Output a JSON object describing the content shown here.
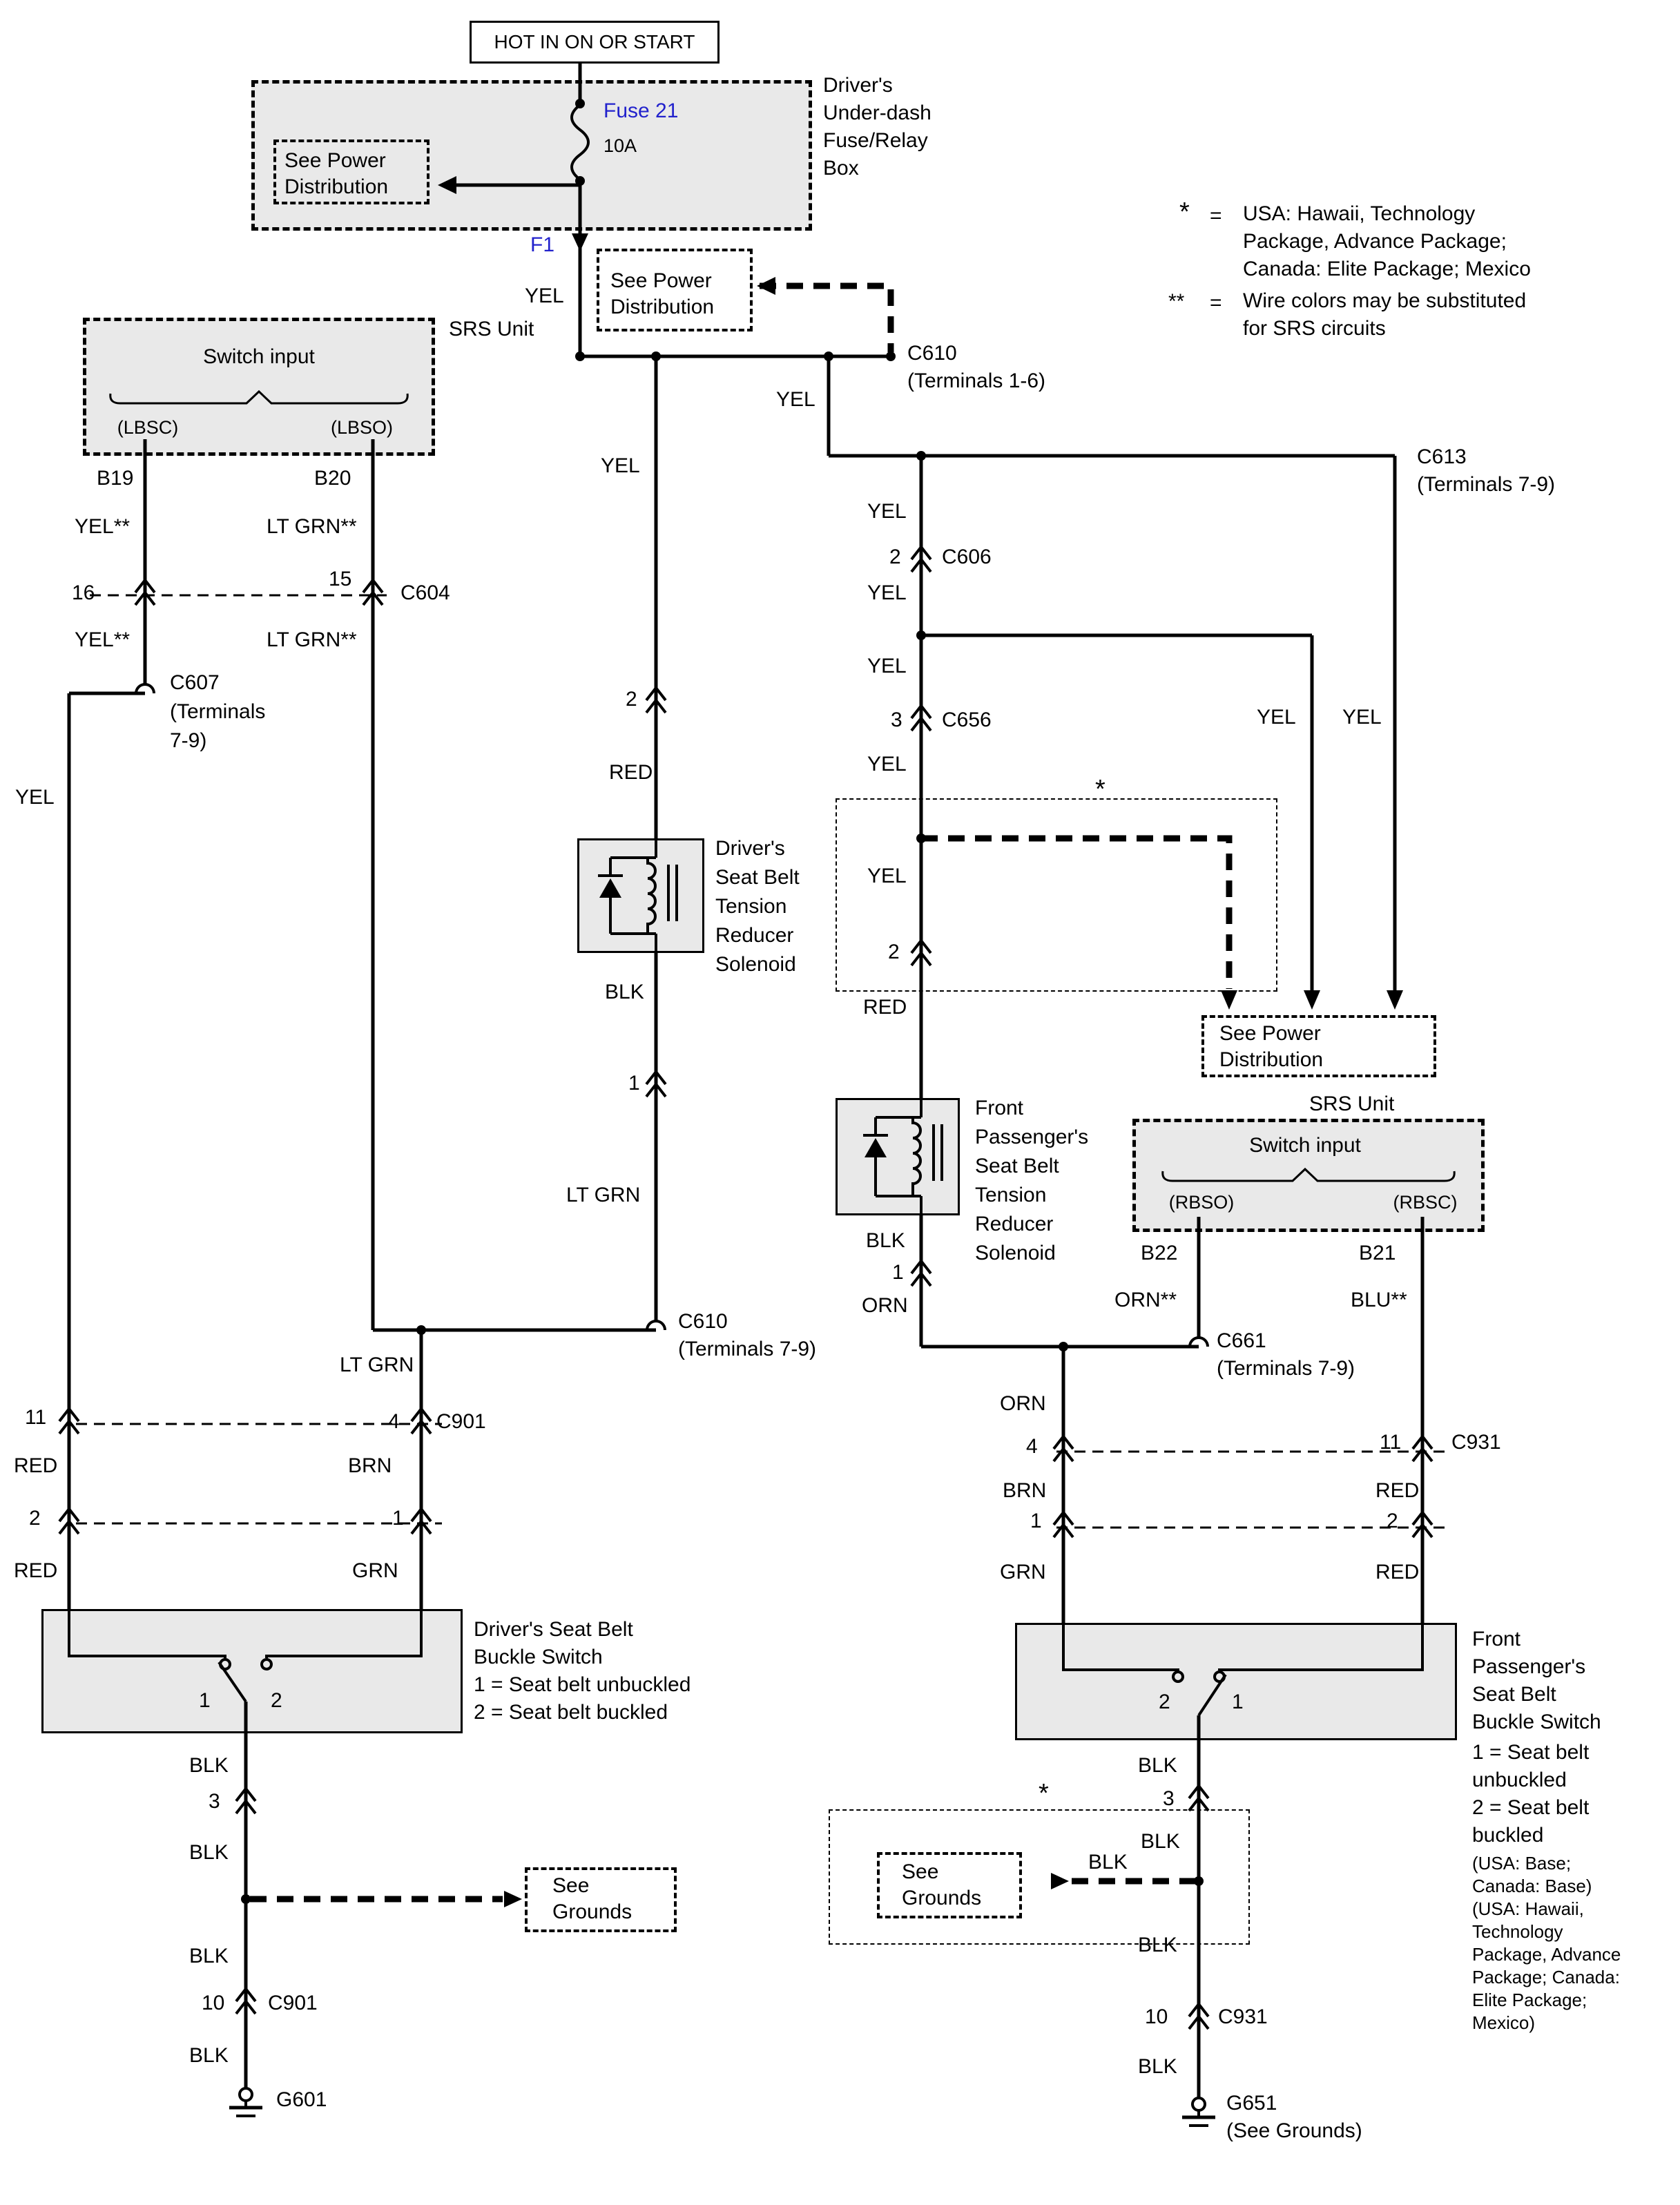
{
  "colors": {
    "accent_blue": "#2222cc",
    "box_fill": "#e9e9e9",
    "line": "#000000"
  },
  "power": {
    "hot": "HOT IN ON OR START",
    "fuse_name": "Fuse 21",
    "fuse_rating": "10A",
    "fuse_box_name": "Driver's\nUnder-dash\nFuse/Relay\nBox",
    "f1": "F1",
    "see_power_distribution": "See Power\nDistribution"
  },
  "legend": {
    "star": "*",
    "dstar": "**",
    "eq": "=",
    "star_text": "USA: Hawaii, Technology\nPackage, Advance Package;\nCanada: Elite Package; Mexico",
    "dstar_text": "Wire colors may be substituted\nfor SRS circuits"
  },
  "srs_left": {
    "unit": "SRS Unit",
    "switch_input": "Switch input",
    "lbsc": "(LBSC)",
    "lbso": "(LBSO)",
    "b19": "B19",
    "b20": "B20"
  },
  "srs_right": {
    "unit": "SRS Unit",
    "switch_input": "Switch input",
    "rbso": "(RBSO)",
    "rbsc": "(RBSC)",
    "b22": "B22",
    "b21": "B21"
  },
  "wire_colors": {
    "yel": "YEL",
    "yel_sub": "YEL**",
    "lt_grn": "LT GRN",
    "lt_grn_sub": "LT GRN**",
    "red": "RED",
    "blk": "BLK",
    "orn": "ORN",
    "orn_sub": "ORN**",
    "blu_sub": "BLU**",
    "brn": "BRN",
    "grn": "GRN"
  },
  "pins": {
    "p1": "1",
    "p2": "2",
    "p3": "3",
    "p4": "4",
    "p10": "10",
    "p11": "11",
    "p15": "15",
    "p16": "16"
  },
  "connectors": {
    "c604": "C604",
    "c606": "C606",
    "c607": "C607\n(Terminals\n7-9)",
    "c610_16": "C610\n(Terminals 1-6)",
    "c610_79": "C610\n(Terminals 7-9)",
    "c613": "C613\n(Terminals 7-9)",
    "c656": "C656",
    "c661": "C661\n(Terminals 7-9)",
    "c901": "C901",
    "c931": "C931",
    "g601": "G601",
    "g651": "G651\n(See Grounds)"
  },
  "components": {
    "driver_solenoid": "Driver's\nSeat Belt\nTension\nReducer\nSolenoid",
    "passenger_solenoid": "Front\nPassenger's\nSeat Belt\nTension\nReducer\nSolenoid",
    "driver_buckle": "Driver's Seat Belt\nBuckle Switch\n1 = Seat belt unbuckled\n2 = Seat belt buckled",
    "passenger_buckle_title": "Front\nPassenger's\nSeat Belt\nBuckle Switch",
    "passenger_buckle_legend": "1 = Seat belt\nunbuckled\n2 = Seat belt\nbuckled",
    "passenger_buckle_note": "(USA: Base;\nCanada: Base)\n(USA: Hawaii,\nTechnology\nPackage, Advance\nPackage; Canada:\nElite Package;\nMexico)",
    "see_grounds": "See\nGrounds"
  }
}
